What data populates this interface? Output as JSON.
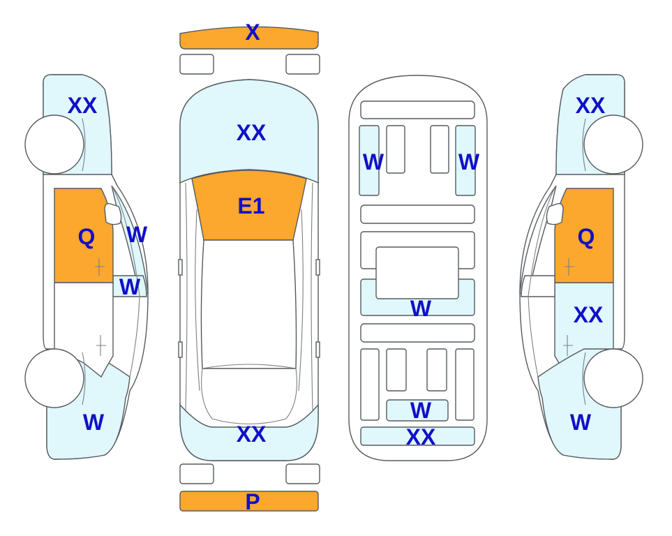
{
  "colors": {
    "outline": "#555a5e",
    "body": "#ffffff",
    "damage_minor": "#e0f7fc",
    "damage_major": "#fca72e",
    "label": "#1010c8"
  },
  "labels": {
    "front_bumper": "X",
    "hood": "XX",
    "windshield": "E1",
    "rear_glass": "XX",
    "rear_bumper": "P",
    "left_front_fender": "XX",
    "left_front_door": "Q",
    "left_mirror_glass": "W",
    "left_window": "W",
    "left_rear_quarter": "W",
    "floor_front_left": "W",
    "floor_front_right": "W",
    "floor_middle": "W",
    "floor_rear_small": "W",
    "floor_rear_bar": "XX",
    "right_front_fender": "XX",
    "right_front_door": "Q",
    "right_rear_door": "XX",
    "right_rear_quarter": "W"
  }
}
